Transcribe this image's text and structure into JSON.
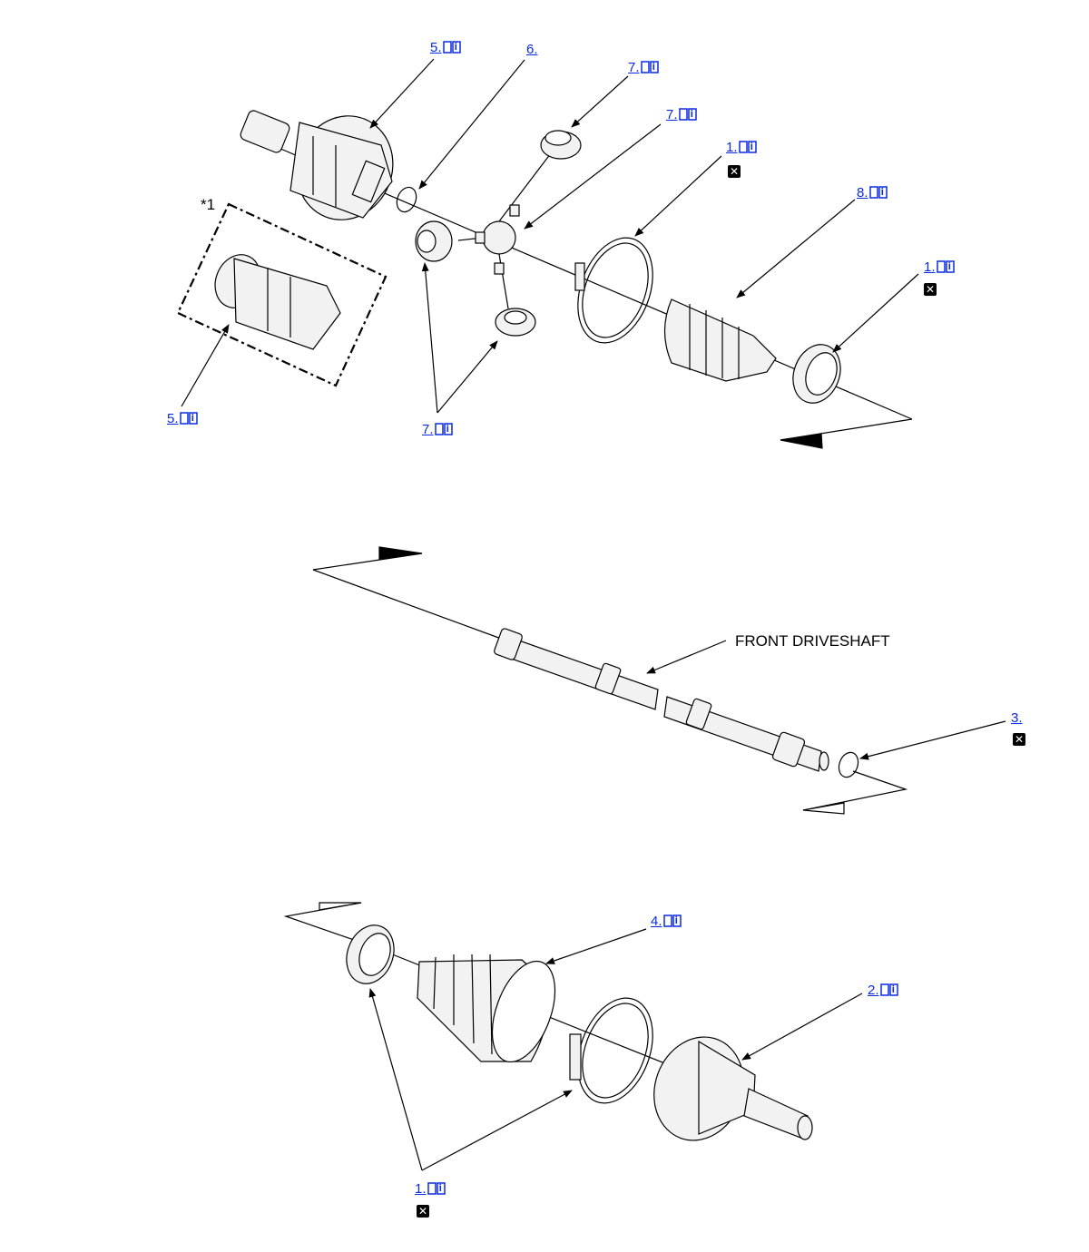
{
  "labels": {
    "l5_top": "5.",
    "l6": "6.",
    "l7_cap": "7.",
    "l7_spider": "7.",
    "l1_clampA": "1.",
    "l8": "8.",
    "l1_clampB": "1.",
    "l5_bottom": "5.",
    "l7_rollers": "7.",
    "star1": "*1",
    "front_driveshaft": "FRONT DRIVESHAFT",
    "l3": "3.",
    "l4": "4.",
    "l2": "2.",
    "l1_bottom": "1."
  },
  "icons": {
    "reference": "book-info-icon",
    "non_reusable": "non-reusable-x-icon",
    "x_glyph": "✕"
  },
  "colors": {
    "link": "#0b2be0",
    "line": "#000000",
    "part_fill": "#f2f2f2"
  }
}
